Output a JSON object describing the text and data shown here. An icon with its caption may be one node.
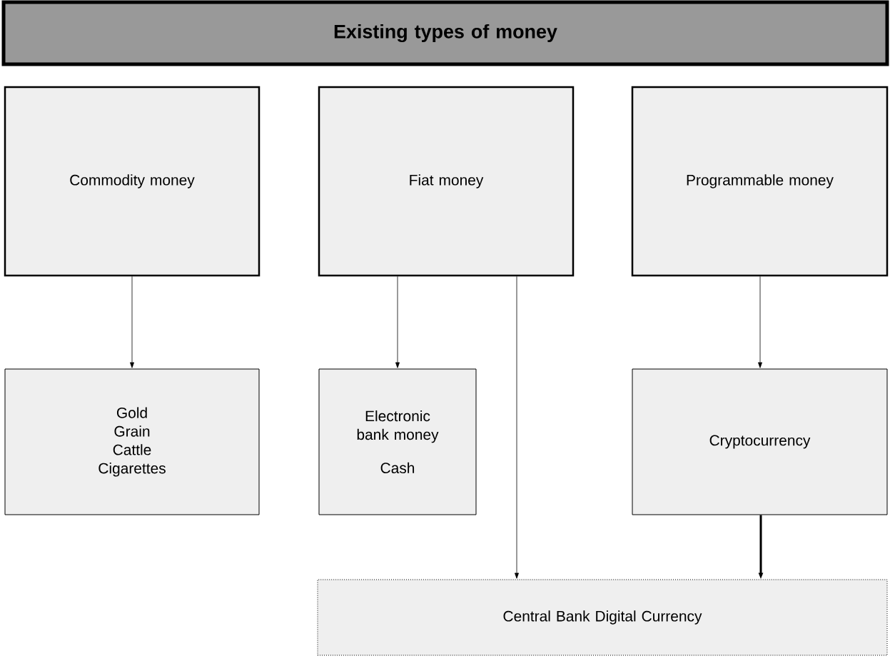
{
  "diagram": {
    "nodes": [
      {
        "text": [
          "Existing types of money"
        ]
      },
      {
        "text": [
          "Commodity money"
        ]
      },
      {
        "text": [
          "Fiat money"
        ]
      },
      {
        "text": [
          "Programmable money"
        ]
      },
      {
        "text": [
          "Gold",
          "Grain",
          "Cattle",
          "Cigarettes"
        ]
      },
      {
        "text": [
          "Electronic bank money",
          "Cash"
        ]
      },
      {
        "text": [
          "Cryptocurrency"
        ]
      },
      {
        "text": [
          "Central Bank Digital Currency"
        ]
      }
    ],
    "edges": [
      {
        "from": 1,
        "to": 4,
        "arrow": "to"
      },
      {
        "from": 2,
        "to": 5,
        "arrow": "to"
      },
      {
        "from": 2,
        "to": 7,
        "arrow": "to"
      },
      {
        "from": 3,
        "to": 6,
        "arrow": "to"
      },
      {
        "from": 6,
        "to": 7,
        "arrow": "to",
        "style": "thick"
      }
    ]
  }
}
